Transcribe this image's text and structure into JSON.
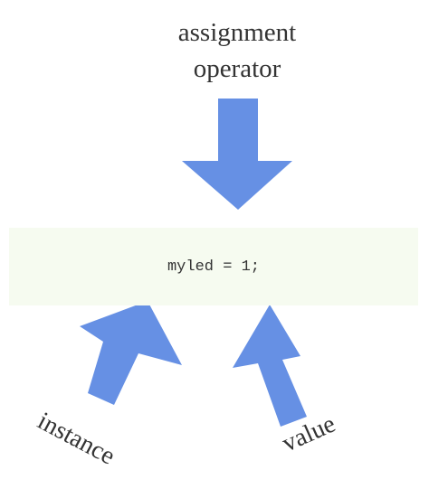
{
  "title_line1": "assignment",
  "title_line2": "operator",
  "code": "myled = 1;",
  "label_instance": "instance",
  "label_value": "value",
  "colors": {
    "arrow": "#6690e4",
    "code_background": "#f6fbf0",
    "text": "#333333"
  }
}
